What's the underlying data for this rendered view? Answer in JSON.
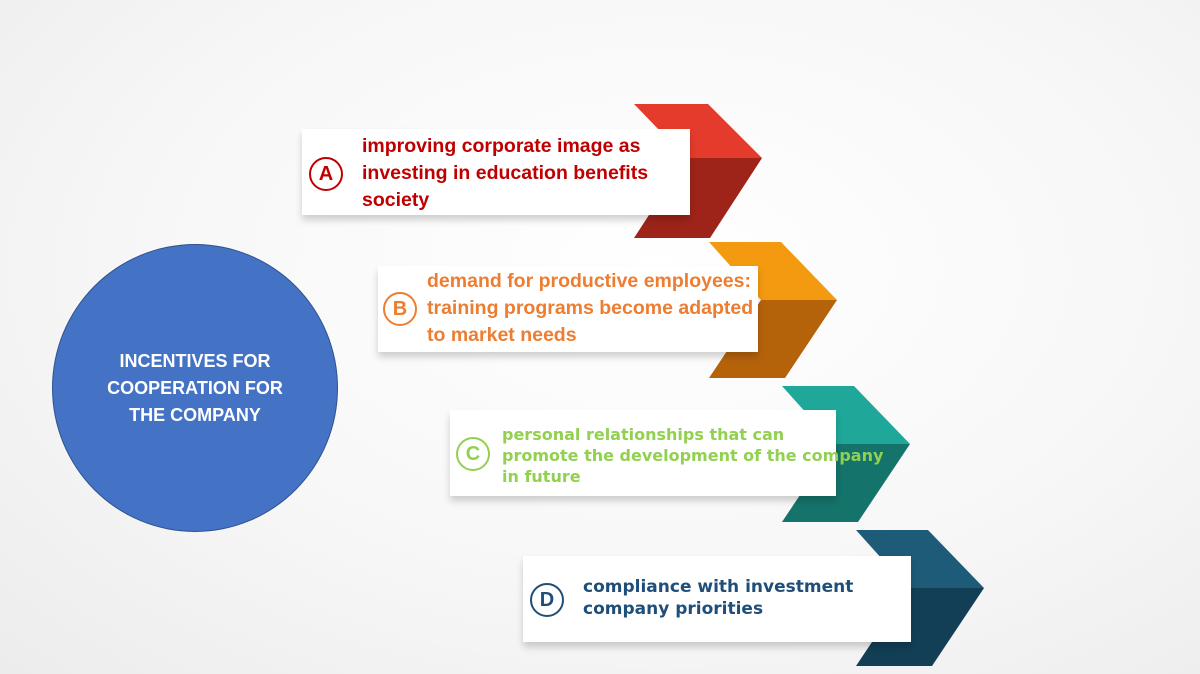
{
  "center": {
    "text": "INCENTIVES FOR COOPERATION FOR THE COMPANY"
  },
  "items": [
    {
      "letter": "A",
      "text": "improving corporate image as investing in education benefits society",
      "color": "#c00000",
      "arrow_color": "#e53b2c",
      "arrow_dark": "#9e2419"
    },
    {
      "letter": "B",
      "text": "demand for productive employees: training programs become adapted to market needs",
      "color": "#ed7d31",
      "arrow_color": "#f39a10",
      "arrow_dark": "#b5630b"
    },
    {
      "letter": "C",
      "text": "personal relationships that can promote the development of the company in future",
      "color": "#92d050",
      "arrow_color": "#1fa89a",
      "arrow_dark": "#14746b"
    },
    {
      "letter": "D",
      "text": "compliance with investment company priorities",
      "color": "#1f4e79",
      "arrow_color": "#1e5b78",
      "arrow_dark": "#123f55"
    }
  ]
}
